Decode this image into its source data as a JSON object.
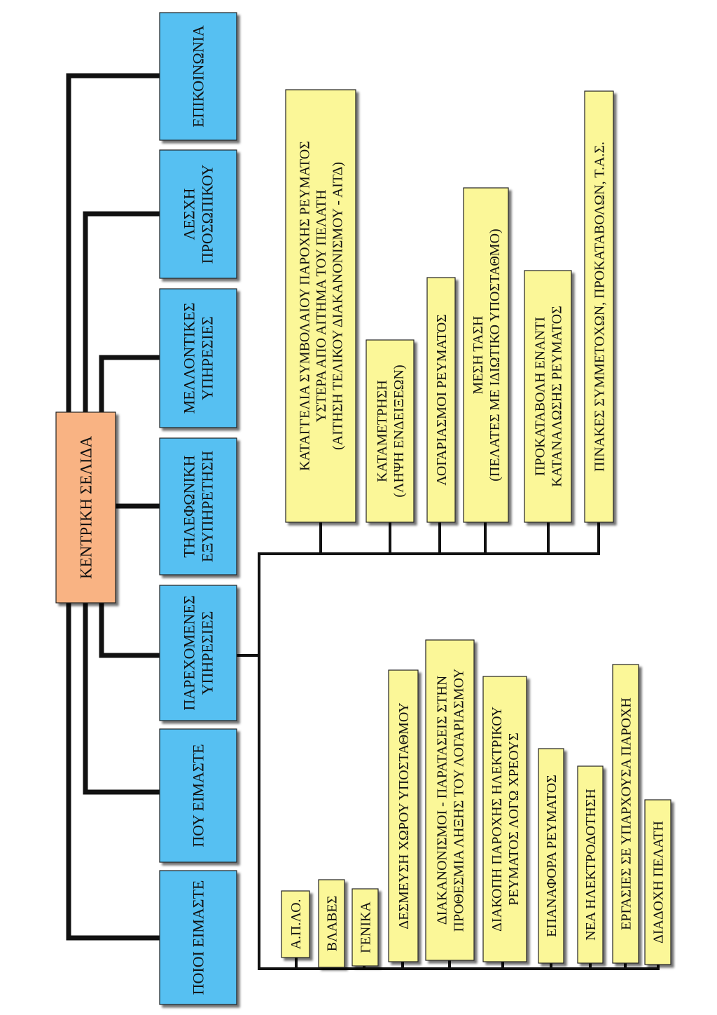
{
  "root": {
    "label": "ΚΕΝΤΡΙΚΗ ΣΕΛΙΔΑ",
    "color": "#f9b383"
  },
  "main_sections": {
    "color": "#56c0f2",
    "items": [
      [
        "ΠΟΙΟΙ ΕΙΜΑΣΤΕ"
      ],
      [
        "ΠΟΥ ΕΙΜΑΣΤΕ"
      ],
      [
        "ΠΑΡΕΧΟΜΕΝΕΣ",
        "ΥΠΗΡΕΣΙΕΣ"
      ],
      [
        "ΤΗΛΕΦΩΝΙΚΗ",
        "ΕΞΥΠΗΡΕΤΗΣΗ"
      ],
      [
        "ΜΕΛΛΟΝΤΙΚΕΣ",
        "ΥΠΗΡΕΣΙΕΣ"
      ],
      [
        "ΛΕΣΧΗ",
        "ΠΡΟΣΩΠΙΚΟΥ"
      ],
      [
        "ΕΠΙΚΟΙΝΩΝΙΑ"
      ]
    ]
  },
  "services_upper": {
    "color": "#fbf798",
    "items": [
      [
        "ΚΑΤΑΓΓΕΛΙΑ ΣΥΜΒΟΛΑΙΟΥ ΠΑΡΟΧΗΣ ΡΕΥΜΑΤΟΣ",
        "ΥΣΤΕΡΑ ΑΠΟ ΑΙΤΗΜΑ ΤΟΥ ΠΕΛΑΤΗ",
        "(ΑΙΤΗΣΗ ΤΕΛΙΚΟΥ ΔΙΑΚΑΝΟΝΙΣΜΟΥ - ΑΙΤΔ)"
      ],
      [
        "ΚΑΤΑΜΕΤΡΗΣΗ",
        "(ΛΗΨΗ ΕΝΔΕΙΞΕΩΝ)"
      ],
      [
        "ΛΟΓΑΡΙΑΣΜΟΙ ΡΕΥΜΑΤΟΣ"
      ],
      [
        "ΜΕΣΗ ΤΑΣΗ",
        "(ΠΕΛΑΤΕΣ ΜΕ ΙΔΙΩΤΙΚΟ ΥΠΟΣΤΑΘΜΟ)"
      ],
      [
        "ΠΡΟΚΑΤΑΒΟΛΗ ΕΝΑΝΤΙ",
        "ΚΑΤΑΝΑΛΩΣΗΣ ΡΕΥΜΑΤΟΣ"
      ],
      [
        "ΠΙΝΑΚΕΣ ΣΥΜΜΕΤΟΧΩΝ, ΠΡΟΚΑΤΑΒΟΛΩΝ, Τ.Α.Σ."
      ]
    ]
  },
  "services_lower": {
    "color": "#fbf798",
    "items": [
      [
        "Α.Π.ΛΟ."
      ],
      [
        "ΒΛΑΒΕΣ"
      ],
      [
        "ΓΕΝΙΚΑ"
      ],
      [
        "ΔΕΣΜΕΥΣΗ ΧΩΡΟΥ ΥΠΟΣΤΑΘΜΟΥ"
      ],
      [
        "ΔΙΑΚΑΝΟΝΙΣΜΟΙ - ΠΑΡΑΤΑΣΕΙΣ ΣΤΗΝ",
        "ΠΡΟΘΕΣΜΙΑ ΛΗΞΗΣ ΤΟΥ ΛΟΓΑΡΙΑΣΜΟΥ"
      ],
      [
        "ΔΙΑΚΟΠΗ ΠΑΡΟΧΗΣ ΗΛΕΚΤΡΙΚΟΥ",
        "ΡΕΥΜΑΤΟΣ ΛΟΓΩ ΧΡΕΟΥΣ"
      ],
      [
        "ΕΠΑΝΑΦΟΡΑ ΡΕΥΜΑΤΟΣ"
      ],
      [
        "ΝΕΑ ΗΛΕΚΤΡΟΔΟΤΗΣΗ"
      ],
      [
        "ΕΡΓΑΣΙΕΣ ΣΕ ΥΠΑΡΧΟΥΣΑ ΠΑΡΟΧΗ"
      ],
      [
        "ΔΙΑΔΟΧΗ ΠΕΛΑΤΗ"
      ]
    ]
  }
}
